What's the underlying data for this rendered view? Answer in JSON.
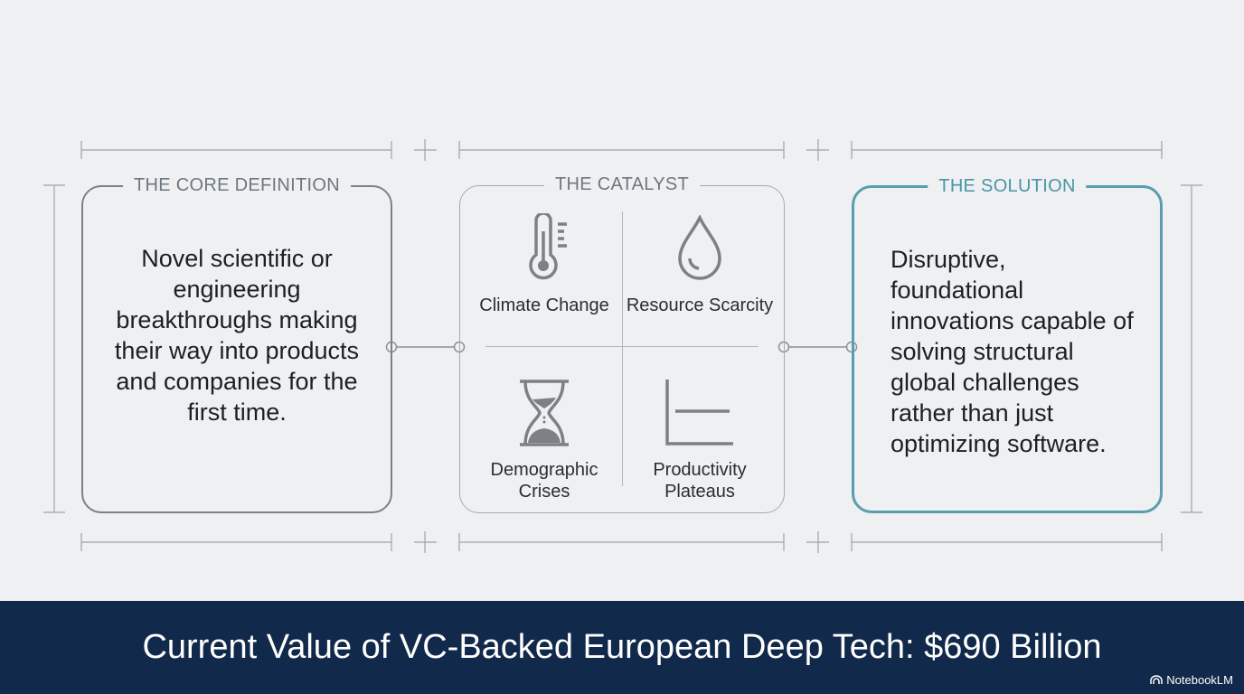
{
  "sections": {
    "core": {
      "label": "THE CORE DEFINITION",
      "text": "Novel scientific or engineering breakthroughs making their way into products and companies for the first time."
    },
    "catalyst": {
      "label": "THE CATALYST",
      "items": [
        {
          "label": "Climate Change",
          "icon": "thermometer-icon"
        },
        {
          "label": "Resource Scarcity",
          "icon": "water-drop-icon"
        },
        {
          "label": "Demographic Crises",
          "icon": "hourglass-icon"
        },
        {
          "label": "Productivity Plateaus",
          "icon": "plateau-chart-icon"
        }
      ]
    },
    "solution": {
      "label": "THE SOLUTION",
      "text": "Disruptive, foundational innovations capable of solving structural global challenges rather than just optimizing software."
    }
  },
  "banner": {
    "title": "Current Value of VC-Backed European Deep Tech: $690 Billion",
    "brand": "NotebookLM"
  },
  "colors": {
    "background": "#eef0f2",
    "box": "#7b8189",
    "accent": "#5a9eae",
    "banner": "#11294a"
  }
}
